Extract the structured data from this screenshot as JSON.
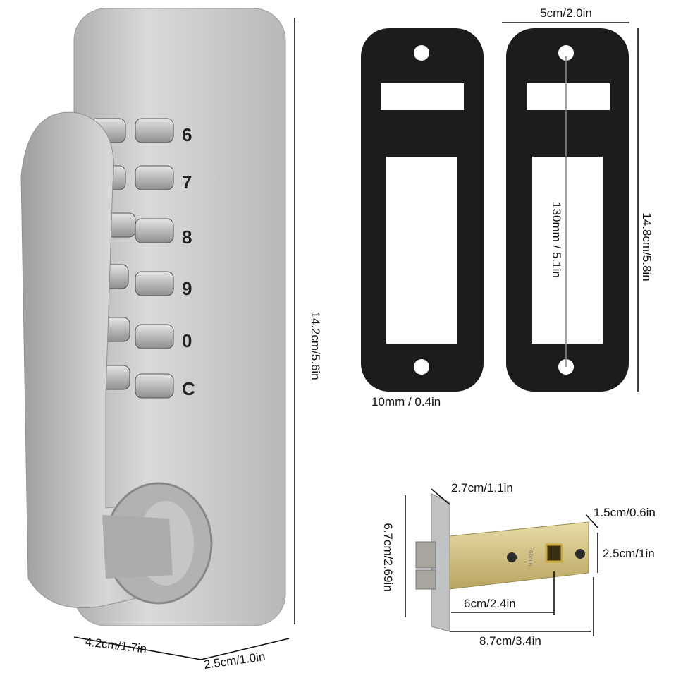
{
  "lock": {
    "keypad_digits": [
      "6",
      "7",
      "8",
      "9",
      "0",
      "C"
    ],
    "height_label": "14.2cm/5.6in",
    "width_label": "4.2cm/1.7in",
    "depth_label": "2.5cm/1.0in",
    "body_color": "#c9cbcc"
  },
  "plates": {
    "width_label": "5cm/2.0in",
    "height_label": "14.8cm/5.8in",
    "hole_spacing_label": "130mm / 5.1in",
    "hole_label": "10mm / 0.4in",
    "plate_color": "#1c1c1c"
  },
  "latch": {
    "faceplate_label": "2.7cm/1.1in",
    "thickness_label": "1.5cm/0.6in",
    "body_height_label": "2.5cm/1in",
    "height_label": "6.7cm/2.69in",
    "backset_label": "6cm/2.4in",
    "length_label": "8.7cm/3.4in",
    "stamp": "60mm",
    "body_color": "#cdbb7a"
  }
}
